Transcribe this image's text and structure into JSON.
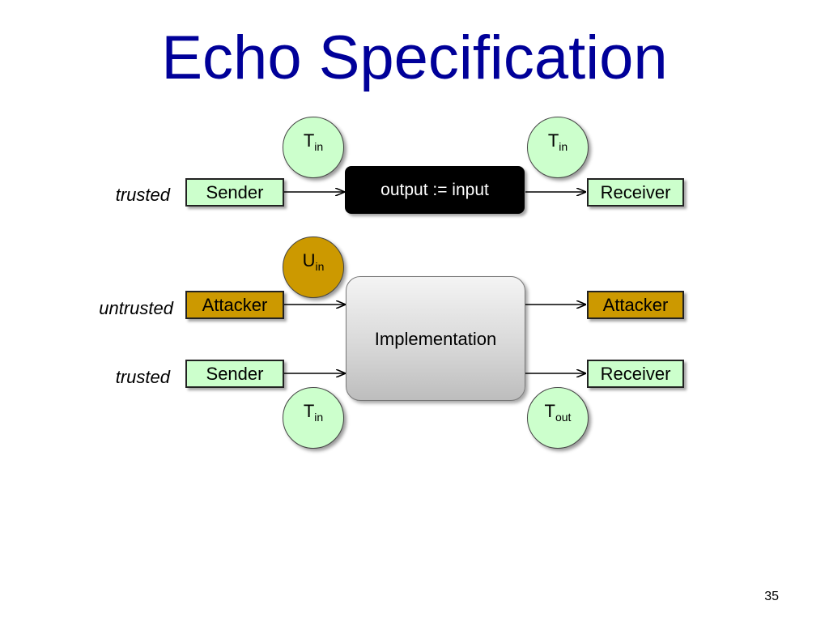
{
  "title": "Echo Specification",
  "page_number": "35",
  "rows": {
    "top_label": "trusted",
    "middle_label": "untrusted",
    "bottom_label": "trusted"
  },
  "spec": {
    "sender": "Sender",
    "process": "output := input",
    "receiver": "Receiver",
    "input_tag": {
      "letter": "T",
      "sub": "in"
    },
    "output_tag": {
      "letter": "T",
      "sub": "in"
    }
  },
  "impl": {
    "attacker_in": "Attacker",
    "attacker_out": "Attacker",
    "sender": "Sender",
    "receiver": "Receiver",
    "process": "Implementation",
    "attacker_tag": {
      "letter": "U",
      "sub": "in"
    },
    "input_tag": {
      "letter": "T",
      "sub": "in"
    },
    "output_tag": {
      "letter": "T",
      "sub": "out"
    }
  },
  "colors": {
    "title": "#000099",
    "trusted_fill": "#ccffcc",
    "untrusted_fill": "#cc9900",
    "process_dark": "#000000"
  }
}
